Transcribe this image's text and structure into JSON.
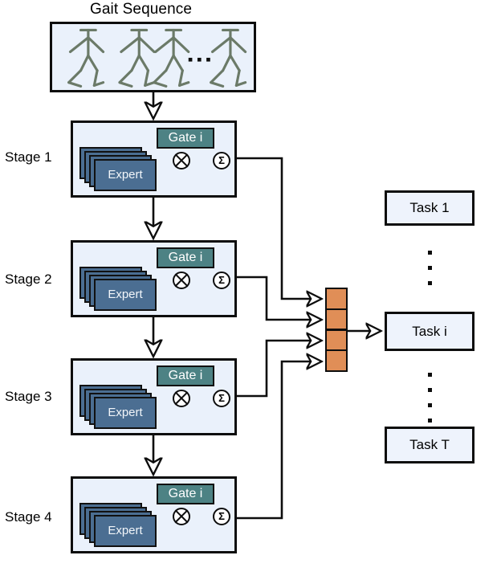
{
  "diagram": {
    "title": "Gait Sequence",
    "input_panel": {
      "name": "gait-sequence-panel",
      "figure_count": 4,
      "ellipsis": "..."
    },
    "stages": [
      {
        "label": "Stage 1",
        "gate_label": "Gate i",
        "expert_label": "Expert",
        "expert_stack_count": 4,
        "multiply_symbol": "⊗",
        "sum_symbol": "Σ"
      },
      {
        "label": "Stage 2",
        "gate_label": "Gate i",
        "expert_label": "Expert",
        "expert_stack_count": 4,
        "multiply_symbol": "⊗",
        "sum_symbol": "Σ"
      },
      {
        "label": "Stage 3",
        "gate_label": "Gate i",
        "expert_label": "Expert",
        "expert_stack_count": 4,
        "multiply_symbol": "⊗",
        "sum_symbol": "Σ"
      },
      {
        "label": "Stage 4",
        "gate_label": "Gate i",
        "expert_label": "Expert",
        "expert_stack_count": 4,
        "multiply_symbol": "⊗",
        "sum_symbol": "Σ"
      }
    ],
    "fusion_bar": {
      "name": "feature-fusion-bar",
      "cell_count": 4
    },
    "tasks": [
      {
        "label": "Task 1"
      },
      {
        "label": "Task i"
      },
      {
        "label": "Task T"
      }
    ],
    "task_ellipsis_top_dots": 3,
    "task_ellipsis_bottom_dots": 4,
    "colors": {
      "panel_fill": "#eaf1fb",
      "stage_fill": "#eaf1fb",
      "gate_fill": "#4d8284",
      "expert_fill": "#4b6e92",
      "fusion_fill": "#e08e57",
      "task_fill": "#eef3fc",
      "stroke": "#0d0d0d",
      "figure_stroke": "#6b7a68"
    }
  }
}
